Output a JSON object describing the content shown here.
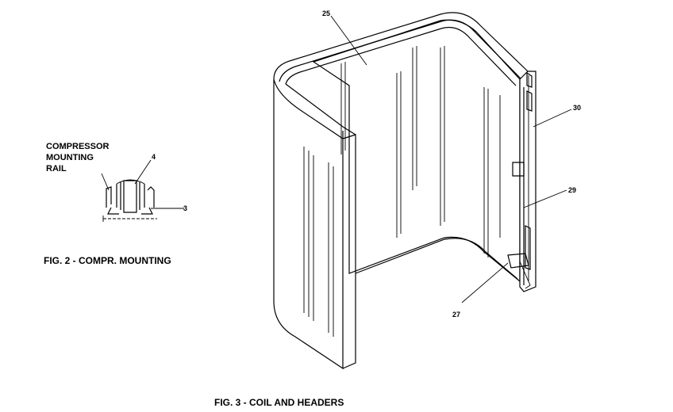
{
  "fig2": {
    "label_line1": "COMPRESSOR",
    "label_line2": "MOUNTING",
    "label_line3": "RAIL",
    "callout_4": "4",
    "callout_3": "3",
    "caption": "FIG. 2 - COMPR. MOUNTING"
  },
  "fig3": {
    "callout_25": "25",
    "callout_30": "30",
    "callout_29": "29",
    "callout_27": "27",
    "caption": "FIG. 3 - COIL AND HEADERS"
  }
}
